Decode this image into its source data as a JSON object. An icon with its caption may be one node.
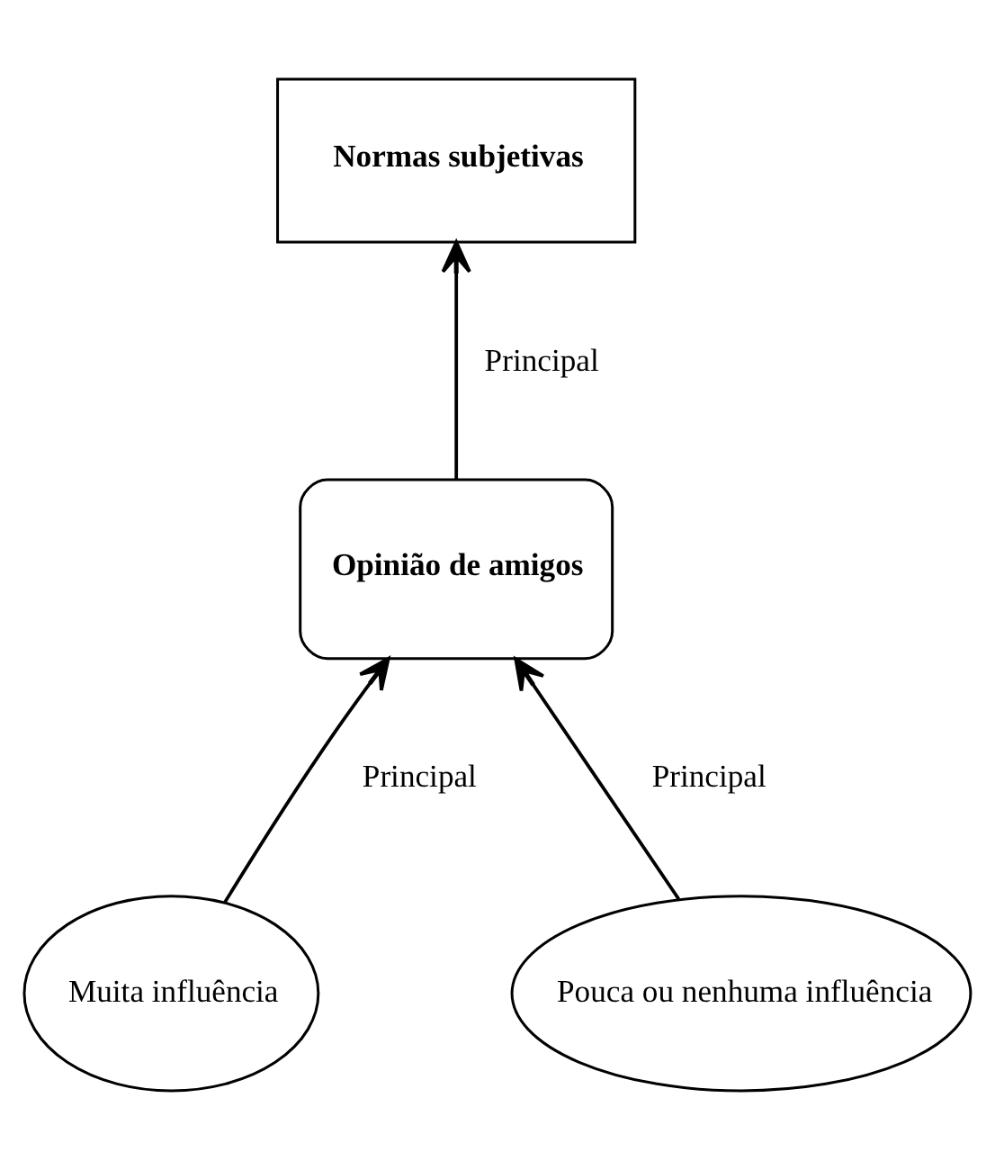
{
  "diagram": {
    "nodes": [
      {
        "text": [
          "Normas subjetivas"
        ]
      },
      {
        "text": [
          "Opinião de amigos"
        ]
      },
      {
        "text": [
          "Muita influência"
        ]
      },
      {
        "text": [
          "Pouca ou nenhuma influência"
        ]
      }
    ],
    "edges": [
      {
        "from": 1,
        "to": 0,
        "arrow": "to",
        "label": "Principal"
      },
      {
        "from": 2,
        "to": 1,
        "arrow": "to",
        "label": "Principal"
      },
      {
        "from": 3,
        "to": 1,
        "arrow": "to",
        "label": "Principal"
      }
    ]
  }
}
